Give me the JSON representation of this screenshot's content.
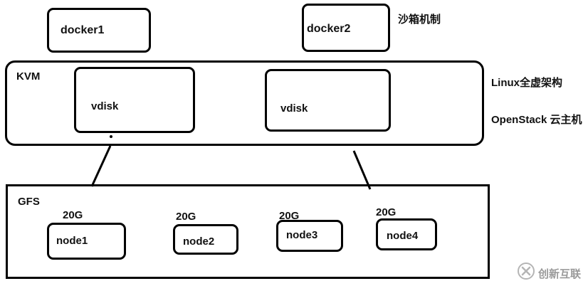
{
  "docker": {
    "docker1": "docker1",
    "docker2": "docker2"
  },
  "notes": {
    "sandbox": "沙箱机制",
    "linux_full_virt": "Linux全虚架构",
    "openstack": "OpenStack 云主机"
  },
  "kvm": {
    "label": "KVM",
    "vdisk1": "vdisk",
    "vdisk2": "vdisk"
  },
  "gfs": {
    "label": "GFS",
    "nodes": [
      {
        "name": "node1",
        "size": "20G"
      },
      {
        "name": "node2",
        "size": "20G"
      },
      {
        "name": "node3",
        "size": "20G"
      },
      {
        "name": "node4",
        "size": "20G"
      }
    ]
  },
  "watermark": {
    "text": "创新互联"
  }
}
